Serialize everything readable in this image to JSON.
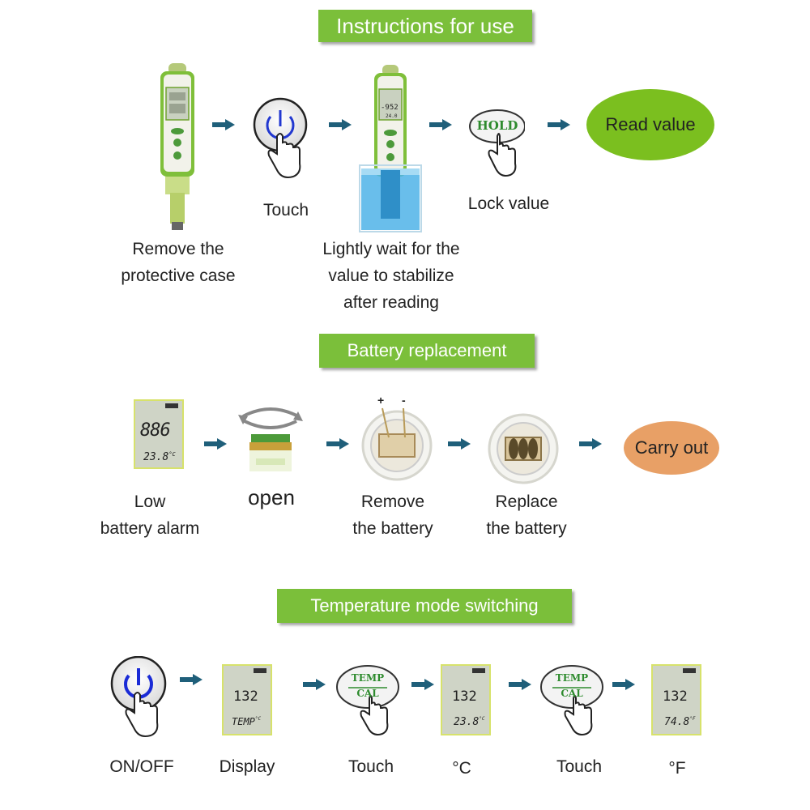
{
  "colors": {
    "banner": "#7bbf3a",
    "arrow": "#1f5f7a",
    "read_value_fill": "#7bbf1f",
    "carry_out_fill": "#e8a066",
    "button_blue": "#1a2bd6"
  },
  "sections": {
    "instructions": {
      "title": "Instructions for use",
      "steps": {
        "remove_case": "Remove the protective case",
        "touch": "Touch",
        "wait": "Lightly wait for the value to stabilize after reading",
        "lock": "Lock value",
        "read": "Read value"
      },
      "meter_display": "-952",
      "meter_display_small": "24.0",
      "hold_button": "HOLD"
    },
    "battery": {
      "title": "Battery replacement",
      "steps": {
        "low_battery_1": "Low",
        "low_battery_2": "battery alarm",
        "open": "open",
        "remove_1": "Remove",
        "remove_2": "the battery",
        "replace_1": "Replace",
        "replace_2": "the battery",
        "carry_out": "Carry out"
      },
      "lcd_main": "886",
      "lcd_temp": "23.8",
      "lcd_temp_unit": "°C",
      "polarity_plus": "+",
      "polarity_minus": "-"
    },
    "temperature": {
      "title": "Temperature mode switching",
      "steps": {
        "onoff": "ON/OFF",
        "display": "Display",
        "touch1": "Touch",
        "celsius": "°C",
        "touch2": "Touch",
        "fahrenheit": "°F"
      },
      "lcd_value": "132",
      "lcd_temp_text": "TEMP",
      "lcd_temp_text_unit": "°C",
      "lcd_c_value": "23.8",
      "lcd_c_unit": "°C",
      "lcd_f_value": "74.8",
      "lcd_f_unit": "°F",
      "button_top": "TEMP",
      "button_bottom": "CAL"
    }
  }
}
